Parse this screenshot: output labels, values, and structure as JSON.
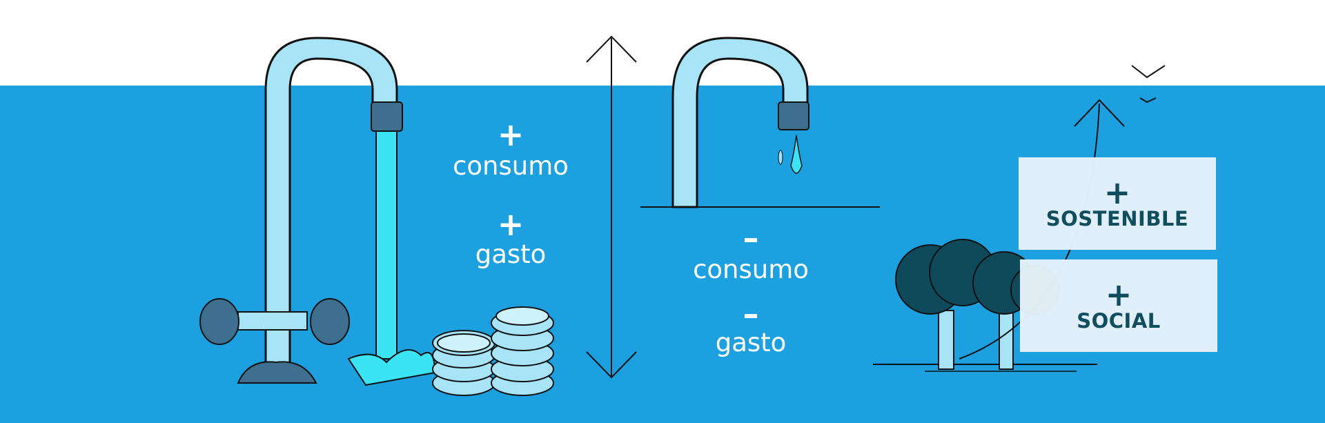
{
  "colors": {
    "background_top": "#ffffff",
    "water_band": "#1da0df",
    "faucet_fill": "#a8e4f7",
    "water_stream": "#3be4f5",
    "knob": "#3f6f8e",
    "tree": "#0e4a5a",
    "box_text": "#0f4a5a"
  },
  "left_panel": {
    "plus_sign": "+",
    "consumption_label": "consumo",
    "plus_sign_2": "+",
    "expense_label": "gasto"
  },
  "center_panel": {
    "minus_sign": "–",
    "consumption_label": "consumo",
    "minus_sign_2": "–",
    "expense_label": "gasto"
  },
  "right_panel": {
    "box_sustainable": {
      "sign": "+",
      "label": "SOSTENIBLE"
    },
    "box_social": {
      "sign": "+",
      "label": "SOCIAL"
    }
  },
  "icons": [
    "open-faucet-icon",
    "coin-stack-icon",
    "double-arrow-icon",
    "dripping-faucet-icon",
    "trees-icon",
    "up-arrow-icon",
    "bird-icon"
  ]
}
